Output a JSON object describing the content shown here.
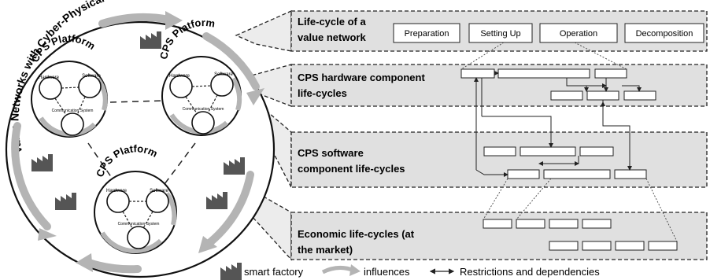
{
  "circle": {
    "title_arc": "Value Networks with Cyber-Physical Systems",
    "platforms": [
      {
        "title": "CPS Platform",
        "hardware": "Hardware",
        "software": "Software",
        "communication": "Communication System"
      },
      {
        "title": "CPS Platform",
        "hardware": "Hardware",
        "software": "Software",
        "communication": "Communication System"
      },
      {
        "title": "CPS Platform",
        "hardware": "Hardware",
        "software": "Software",
        "communication": "Communication System"
      }
    ]
  },
  "panels": {
    "lifecycle": {
      "title_line1": "Life-cycle of a",
      "title_line2": "value network",
      "phases": [
        "Preparation",
        "Setting Up",
        "Operation",
        "Decomposition"
      ]
    },
    "hardware": {
      "title_line1": "CPS hardware component",
      "title_line2": "life-cycles"
    },
    "software": {
      "title_line1": "CPS software",
      "title_line2": "component life-cycles"
    },
    "economic": {
      "title_line1": "Economic life-cycles (at",
      "title_line2": "the market)"
    }
  },
  "legend": {
    "smart_factory": "smart factory",
    "influences": "influences",
    "restrictions": "Restrictions and dependencies"
  },
  "colors": {
    "panel_fill": "#e0e0e0",
    "arrow_gray": "#b4b4b4",
    "line": "#222222"
  }
}
